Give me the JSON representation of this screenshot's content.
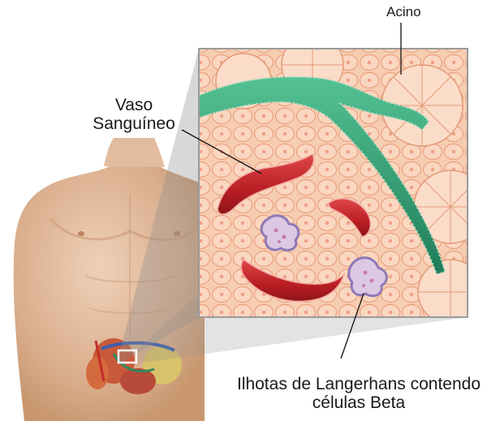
{
  "labels": {
    "acino": "Acino",
    "vaso_line1": "Vaso",
    "vaso_line2": "Sanguíneo",
    "ilhotas_line1": "Ilhotas de Langerhans contendo",
    "ilhotas_line2": "células Beta"
  },
  "colors": {
    "tissue": "#f6c9ad",
    "cell_outline": "#e9a180",
    "duct": "#2f9a72",
    "vessel": "#c4262b",
    "islet": "#b7a2cf",
    "skin": "#dcb394"
  }
}
